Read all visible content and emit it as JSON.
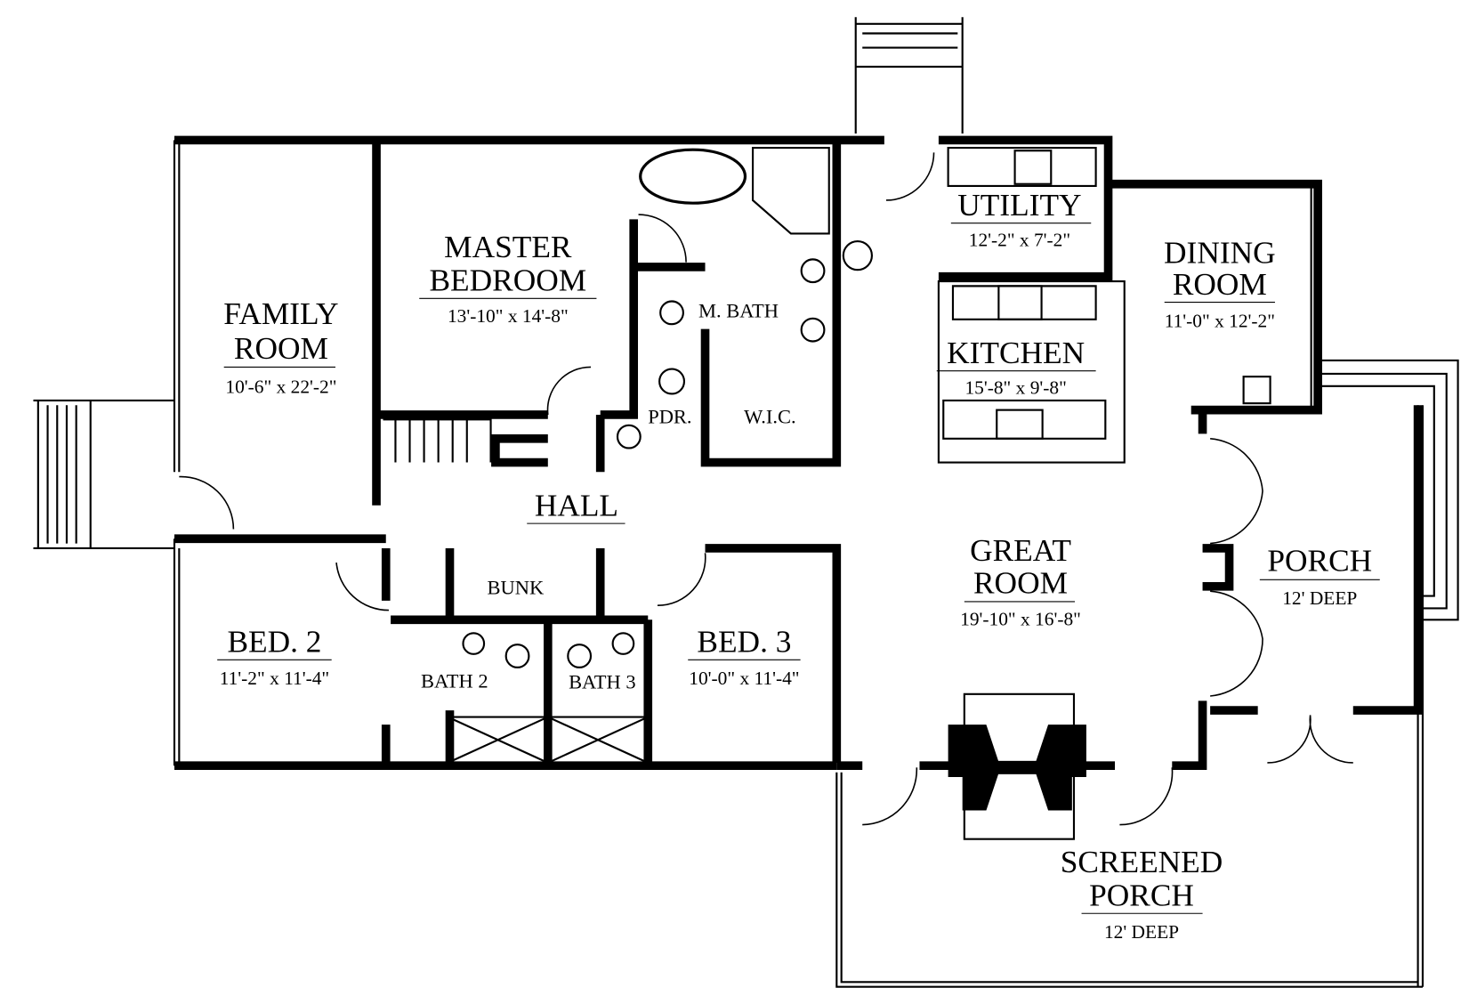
{
  "rooms": {
    "family": {
      "name1": "FAMILY",
      "name2": "ROOM",
      "dim": "10'-6\" x 22'-2\""
    },
    "master": {
      "name1": "MASTER",
      "name2": "BEDROOM",
      "dim": "13'-10\" x 14'-8\""
    },
    "mbath": {
      "name": "M. BATH"
    },
    "pdr": {
      "name": "PDR."
    },
    "wic": {
      "name": "W.I.C."
    },
    "utility": {
      "name": "UTILITY",
      "dim": "12'-2\" x 7'-2\""
    },
    "kitchen": {
      "name": "KITCHEN",
      "dim": "15'-8\" x 9'-8\""
    },
    "dining": {
      "name1": "DINING",
      "name2": "ROOM",
      "dim": "11'-0\" x 12'-2\""
    },
    "hall": {
      "name": "HALL"
    },
    "bunk": {
      "name": "BUNK"
    },
    "bed2": {
      "name": "BED. 2",
      "dim": "11'-2\" x 11'-4\""
    },
    "bath2": {
      "name": "BATH 2"
    },
    "bath3": {
      "name": "BATH 3"
    },
    "bed3": {
      "name": "BED. 3",
      "dim": "10'-0\" x 11'-4\""
    },
    "great": {
      "name1": "GREAT",
      "name2": "ROOM",
      "dim": "19'-10\" x 16'-8\""
    },
    "porch": {
      "name": "PORCH",
      "dim": "12' DEEP"
    },
    "screened": {
      "name1": "SCREENED",
      "name2": "PORCH",
      "dim": "12' DEEP"
    }
  }
}
